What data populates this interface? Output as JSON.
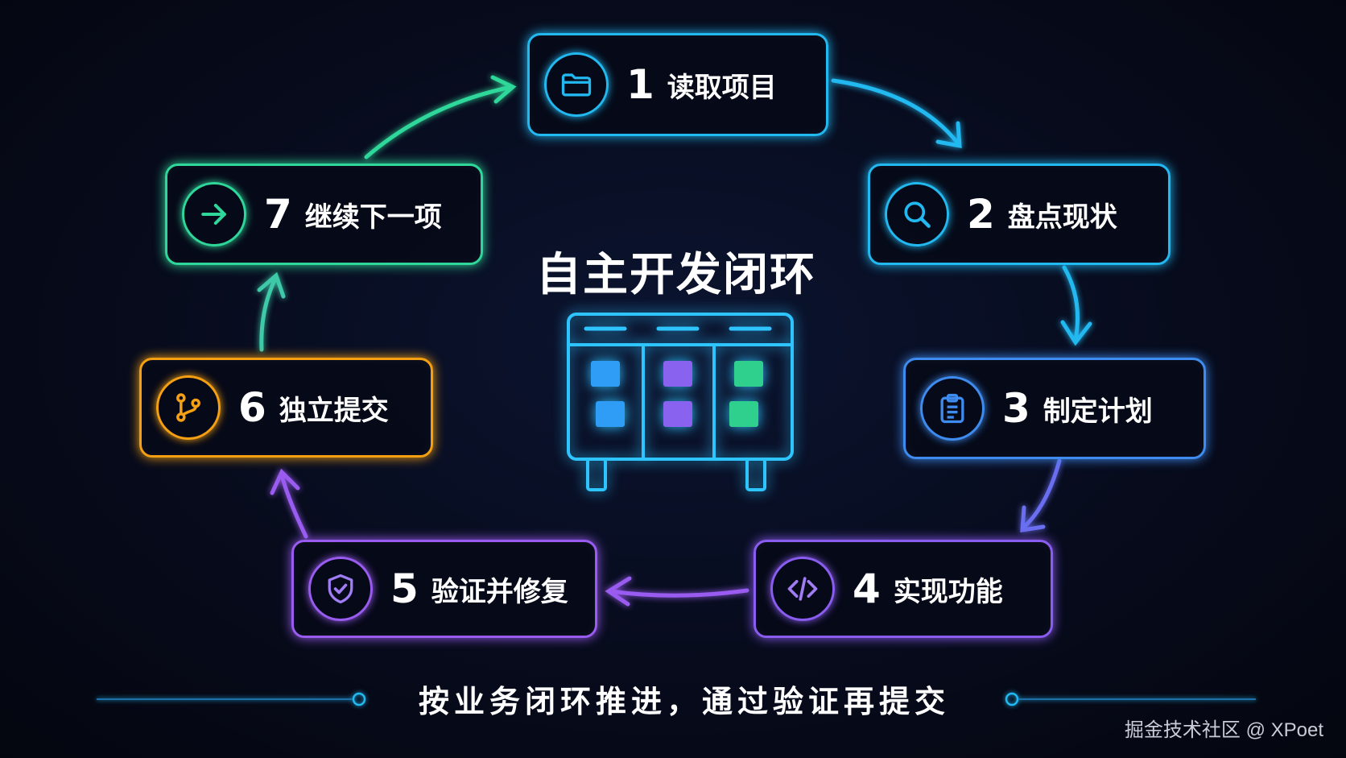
{
  "title": "自主开发闭环",
  "caption": "按业务闭环推进，通过验证再提交",
  "watermark": "掘金技术社区 @ XPoet",
  "steps": [
    {
      "num": "1",
      "label": "读取项目",
      "icon": "folder-icon",
      "color": "#22b8f0"
    },
    {
      "num": "2",
      "label": "盘点现状",
      "icon": "search-icon",
      "color": "#22b8f0"
    },
    {
      "num": "3",
      "label": "制定计划",
      "icon": "clipboard-icon",
      "color": "#3f8cf0"
    },
    {
      "num": "4",
      "label": "实现功能",
      "icon": "code-icon",
      "color": "#8a5cf0"
    },
    {
      "num": "5",
      "label": "验证并修复",
      "icon": "shield-check-icon",
      "color": "#9a5cf0"
    },
    {
      "num": "6",
      "label": "独立提交",
      "icon": "git-branch-icon",
      "color": "#f5a012"
    },
    {
      "num": "7",
      "label": "继续下一项",
      "icon": "arrow-right-icon",
      "color": "#2fd89a"
    }
  ],
  "board_colors": {
    "frame": "#2ec4ff",
    "col1": "#2f9cf5",
    "col2": "#8a62f0",
    "col3": "#2fcf8e"
  }
}
